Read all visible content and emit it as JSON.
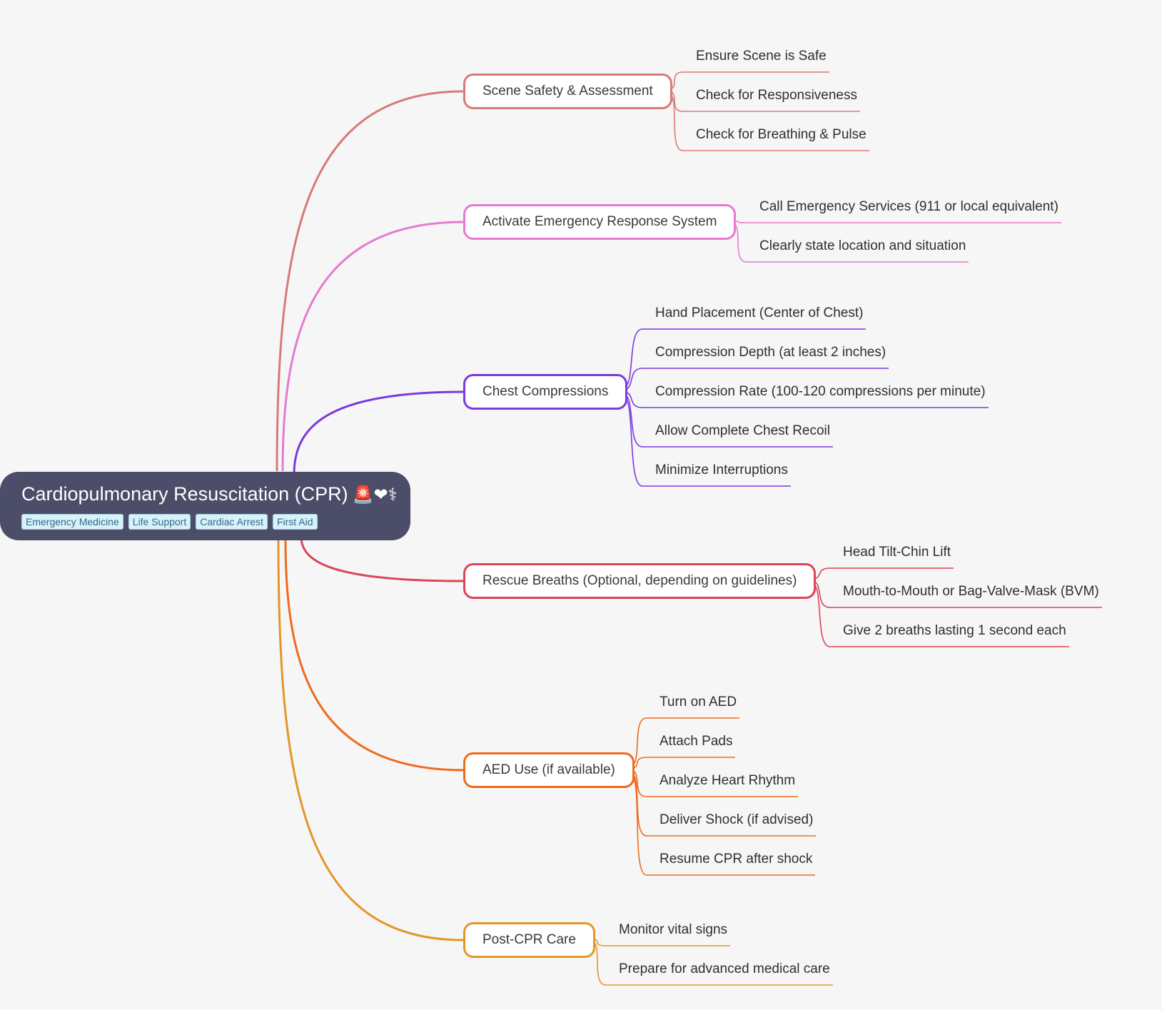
{
  "root": {
    "title": "Cardiopulmonary Resuscitation (CPR)",
    "emoji": "🚨❤⚕",
    "tags": [
      "Emergency Medicine",
      "Life Support",
      "Cardiac Arrest",
      "First Aid"
    ]
  },
  "branches": [
    {
      "label": "Scene Safety & Assessment",
      "color": "#d87a78",
      "leaves": [
        "Ensure Scene is Safe",
        "Check for Responsiveness",
        "Check for Breathing & Pulse"
      ]
    },
    {
      "label": "Activate Emergency Response System",
      "color": "#e47bd1",
      "leaves": [
        "Call Emergency Services (911 or local equivalent)",
        "Clearly state location and situation"
      ]
    },
    {
      "label": "Chest Compressions",
      "color": "#7a3ae0",
      "leaves": [
        "Hand Placement (Center of Chest)",
        "Compression Depth (at least 2 inches)",
        "Compression Rate (100-120 compressions per minute)",
        "Allow Complete Chest Recoil",
        "Minimize Interruptions"
      ]
    },
    {
      "label": "Rescue Breaths (Optional, depending on guidelines)",
      "color": "#dc4457",
      "leaves": [
        "Head Tilt-Chin Lift",
        "Mouth-to-Mouth or Bag-Valve-Mask (BVM)",
        "Give 2 breaths lasting 1 second each"
      ]
    },
    {
      "label": "AED Use (if available)",
      "color": "#f06a1c",
      "leaves": [
        "Turn on AED",
        "Attach Pads",
        "Analyze Heart Rhythm",
        "Deliver Shock (if advised)",
        "Resume CPR after shock"
      ]
    },
    {
      "label": "Post-CPR Care",
      "color": "#e39528",
      "leaves": [
        "Monitor vital signs",
        "Prepare for advanced medical care"
      ]
    }
  ]
}
